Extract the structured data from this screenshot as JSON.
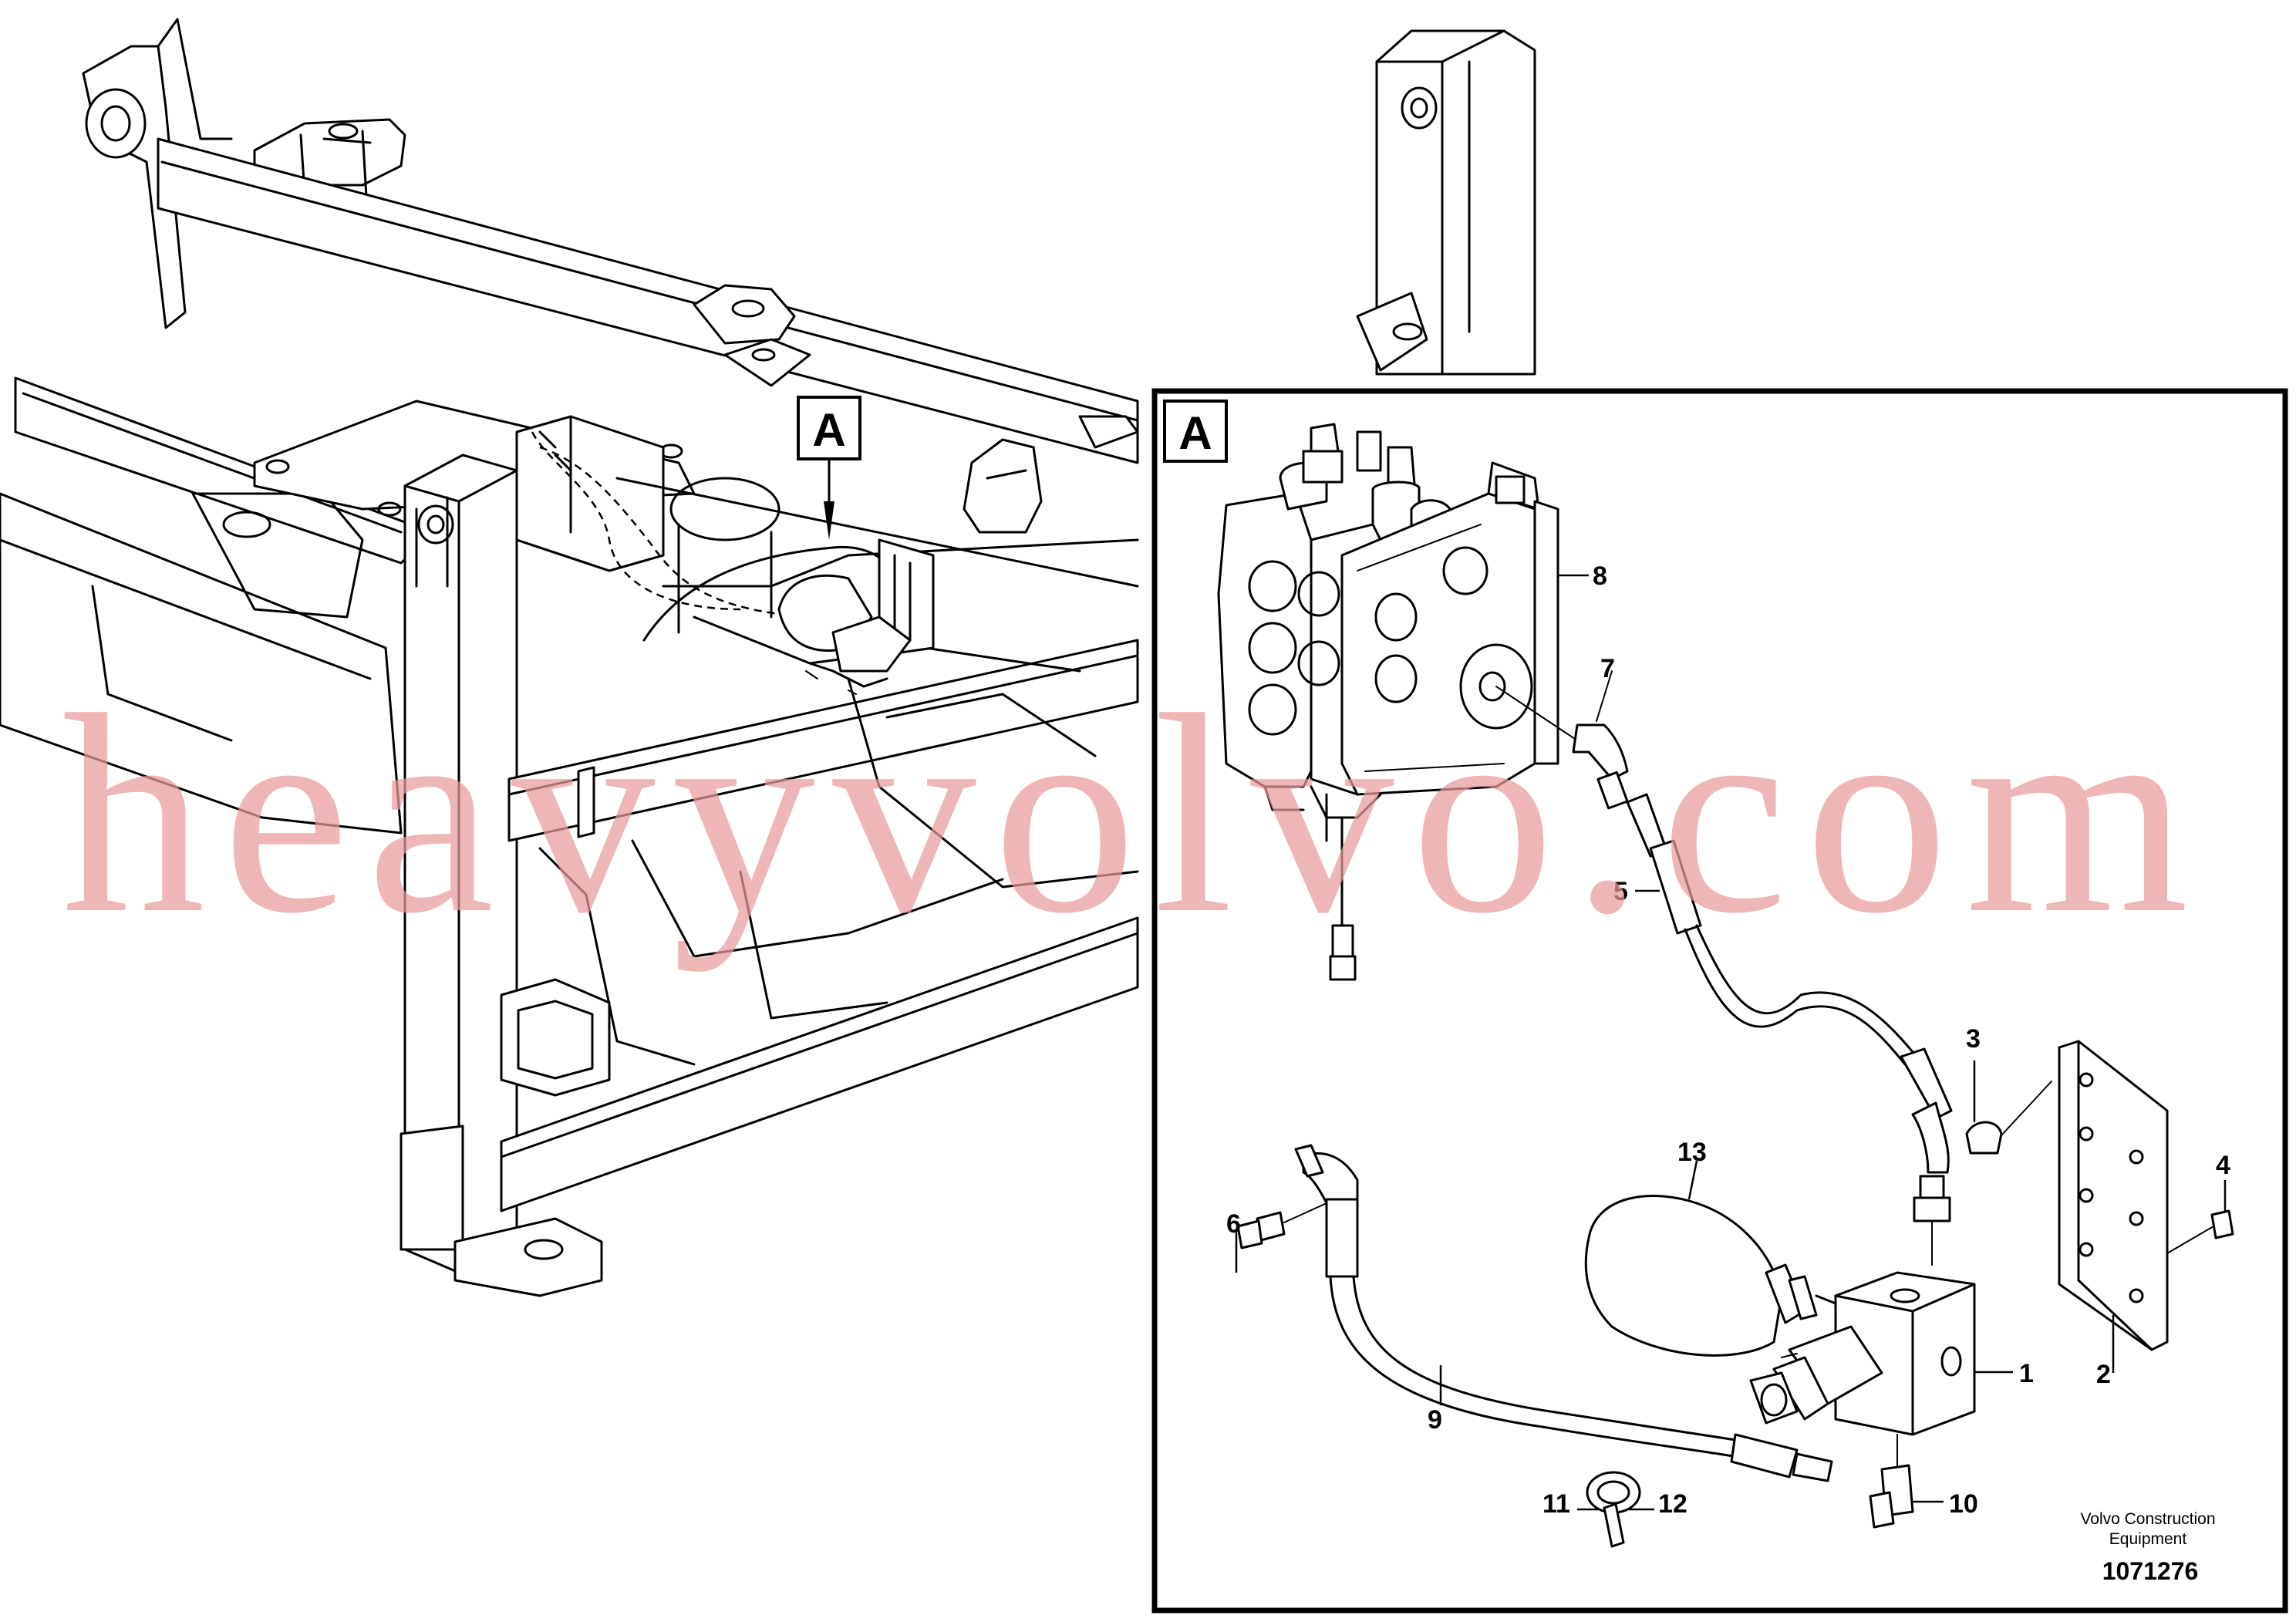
{
  "detail_marker": "A",
  "detail_frame": {
    "label": "A"
  },
  "callouts": [
    {
      "id": "1",
      "text": "1"
    },
    {
      "id": "2",
      "text": "2"
    },
    {
      "id": "3",
      "text": "3"
    },
    {
      "id": "4",
      "text": "4"
    },
    {
      "id": "5",
      "text": "5"
    },
    {
      "id": "6",
      "text": "6"
    },
    {
      "id": "7",
      "text": "7"
    },
    {
      "id": "8",
      "text": "8"
    },
    {
      "id": "9",
      "text": "9"
    },
    {
      "id": "10",
      "text": "10"
    },
    {
      "id": "11",
      "text": "11"
    },
    {
      "id": "12",
      "text": "12"
    },
    {
      "id": "13",
      "text": "13"
    }
  ],
  "brand_line1": "Volvo Construction",
  "brand_line2": "Equipment",
  "document_number": "1071276",
  "watermark": "heavyvolvo.com",
  "colors": {
    "line": "#000000",
    "watermark": "#e79a9a",
    "background": "#ffffff"
  }
}
